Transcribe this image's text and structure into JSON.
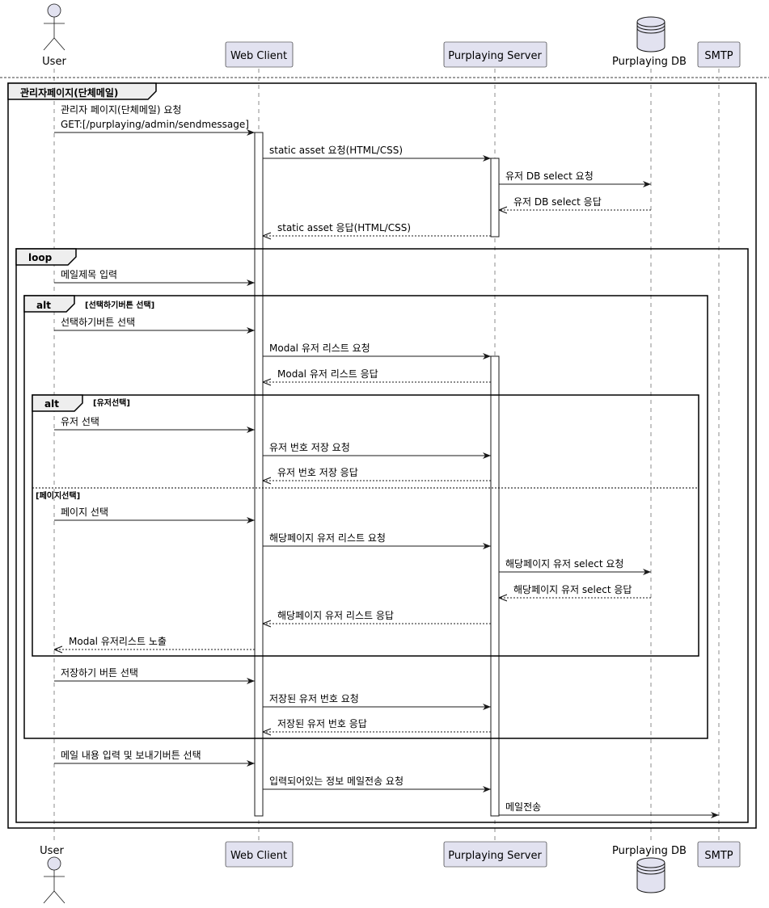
{
  "participants": [
    {
      "id": "user",
      "label": "User",
      "kind": "actor"
    },
    {
      "id": "web",
      "label": "Web Client",
      "kind": "participant"
    },
    {
      "id": "server",
      "label": "Purplaying Server",
      "kind": "participant"
    },
    {
      "id": "db",
      "label": "Purplaying DB",
      "kind": "database"
    },
    {
      "id": "smtp",
      "label": "SMTP",
      "kind": "participant"
    }
  ],
  "groups": {
    "outer": {
      "label": "관리자페이지(단체메일)"
    },
    "loop": {
      "label": "loop"
    },
    "alt_outer": {
      "label": "alt",
      "condition": "[선택하기버튼 선택]"
    },
    "alt_inner": {
      "label": "alt",
      "condition": "[유저선택]",
      "else_condition": "[페이지선택]"
    }
  },
  "messages": [
    {
      "from": "user",
      "to": "web",
      "type": "solid",
      "lines": [
        "관리자 페이지(단체메일) 요청",
        "GET:[/purplaying/admin/sendmessage]"
      ]
    },
    {
      "from": "web",
      "to": "server",
      "type": "solid",
      "lines": [
        "static asset 요청(HTML/CSS)"
      ]
    },
    {
      "from": "server",
      "to": "db",
      "type": "solid",
      "lines": [
        "유저 DB select 요청"
      ]
    },
    {
      "from": "db",
      "to": "server",
      "type": "dashed",
      "lines": [
        "유저 DB select 응답"
      ]
    },
    {
      "from": "server",
      "to": "web",
      "type": "dashed",
      "lines": [
        "static asset 응답(HTML/CSS)"
      ]
    },
    {
      "from": "user",
      "to": "web",
      "type": "solid",
      "lines": [
        "메일제목 입력"
      ]
    },
    {
      "from": "user",
      "to": "web",
      "type": "solid",
      "lines": [
        "선택하기버튼 선택"
      ]
    },
    {
      "from": "web",
      "to": "server",
      "type": "solid",
      "lines": [
        "Modal 유저 리스트 요청"
      ]
    },
    {
      "from": "server",
      "to": "web",
      "type": "dashed",
      "lines": [
        "Modal 유저 리스트 응답"
      ]
    },
    {
      "from": "user",
      "to": "web",
      "type": "solid",
      "lines": [
        "유저 선택"
      ]
    },
    {
      "from": "web",
      "to": "server",
      "type": "solid",
      "lines": [
        "유저 번호 저장 요청"
      ]
    },
    {
      "from": "server",
      "to": "web",
      "type": "dashed",
      "lines": [
        "유저 번호 저장 응답"
      ]
    },
    {
      "from": "user",
      "to": "web",
      "type": "solid",
      "lines": [
        "페이지 선택"
      ]
    },
    {
      "from": "web",
      "to": "server",
      "type": "solid",
      "lines": [
        "해당페이지 유저 리스트 요청"
      ]
    },
    {
      "from": "server",
      "to": "db",
      "type": "solid",
      "lines": [
        "해당페이지 유저 select 요청"
      ]
    },
    {
      "from": "db",
      "to": "server",
      "type": "dashed",
      "lines": [
        "해당페이지 유저 select 응답"
      ]
    },
    {
      "from": "server",
      "to": "web",
      "type": "dashed",
      "lines": [
        "해당페이지 유저 리스트 응답"
      ]
    },
    {
      "from": "web",
      "to": "user",
      "type": "dashed",
      "lines": [
        "Modal 유저리스트 노출"
      ]
    },
    {
      "from": "user",
      "to": "web",
      "type": "solid",
      "lines": [
        "저장하기 버튼 선택"
      ]
    },
    {
      "from": "web",
      "to": "server",
      "type": "solid",
      "lines": [
        "저장된 유저 번호 요청"
      ]
    },
    {
      "from": "server",
      "to": "web",
      "type": "dashed",
      "lines": [
        "저장된 유저 번호 응답"
      ]
    },
    {
      "from": "user",
      "to": "web",
      "type": "solid",
      "lines": [
        "메일 내용 입력 및 보내기버튼 선택"
      ]
    },
    {
      "from": "web",
      "to": "server",
      "type": "solid",
      "lines": [
        "입력되어있는 정보 메일전송 요청"
      ]
    },
    {
      "from": "server",
      "to": "smtp",
      "type": "solid",
      "lines": [
        "메일전송"
      ]
    }
  ]
}
